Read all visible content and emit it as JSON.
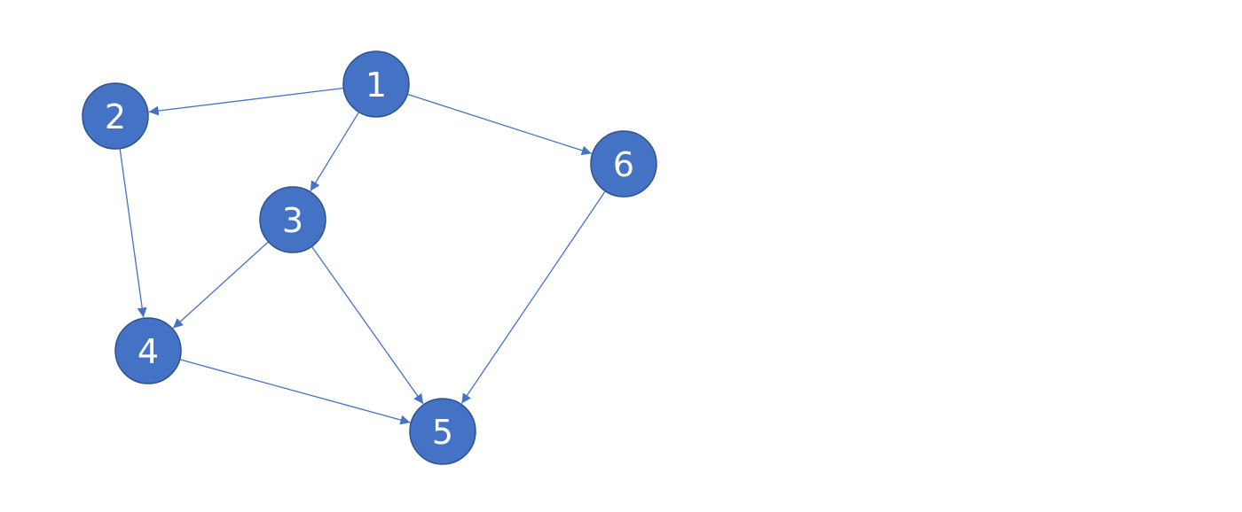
{
  "graph": {
    "node_color": "#4472C4",
    "node_border_color": "#2F528F",
    "edge_color": "#4472C4",
    "label_color": "#FFFFFF",
    "nodes": [
      {
        "id": "1",
        "label": "1"
      },
      {
        "id": "2",
        "label": "2"
      },
      {
        "id": "3",
        "label": "3"
      },
      {
        "id": "4",
        "label": "4"
      },
      {
        "id": "5",
        "label": "5"
      },
      {
        "id": "6",
        "label": "6"
      }
    ],
    "edges": [
      {
        "from": "1",
        "to": "2"
      },
      {
        "from": "1",
        "to": "3"
      },
      {
        "from": "1",
        "to": "6"
      },
      {
        "from": "2",
        "to": "4"
      },
      {
        "from": "3",
        "to": "4"
      },
      {
        "from": "3",
        "to": "5"
      },
      {
        "from": "4",
        "to": "5"
      },
      {
        "from": "6",
        "to": "5"
      }
    ]
  }
}
